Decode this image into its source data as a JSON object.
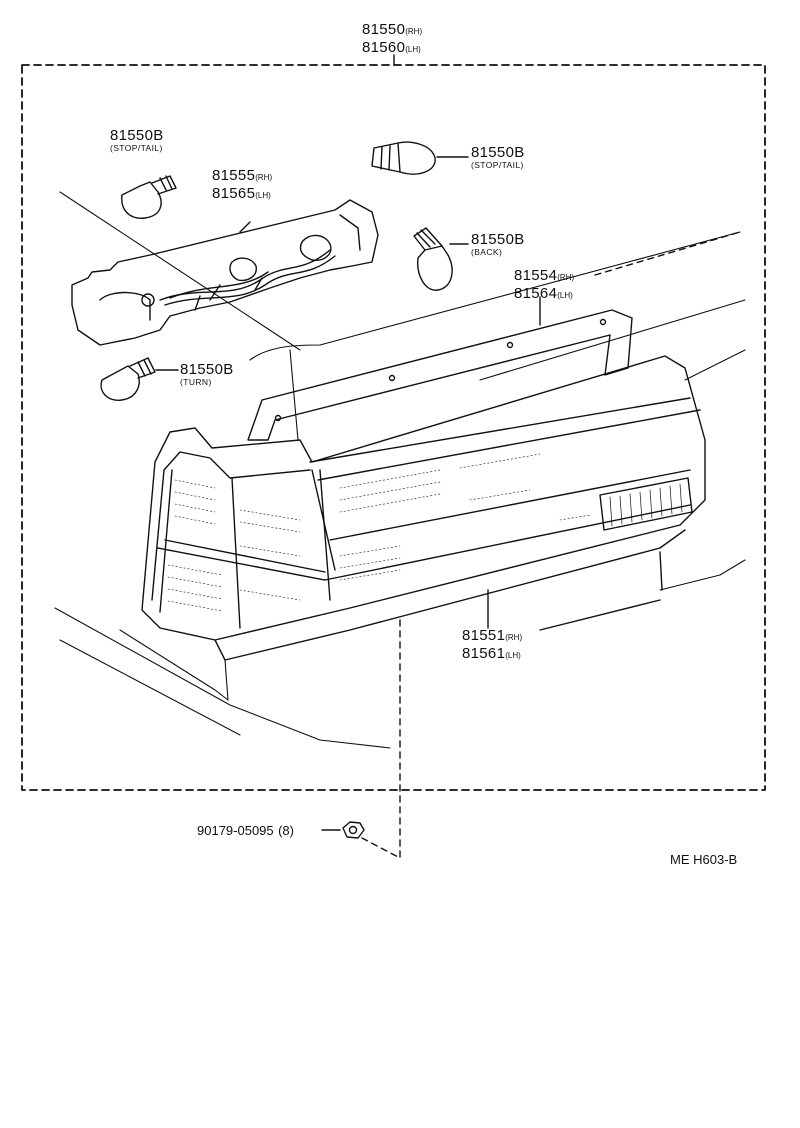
{
  "labels": {
    "assembly": {
      "rh_no": "81550",
      "rh_sfx": "(RH)",
      "lh_no": "81560",
      "lh_sfx": "(LH)"
    },
    "bulb_stop_tail_left": {
      "no": "81550B",
      "note": "(STOP/TAIL)"
    },
    "bulb_stop_tail_right": {
      "no": "81550B",
      "note": "(STOP/TAIL)"
    },
    "socket": {
      "rh_no": "81555",
      "rh_sfx": "(RH)",
      "lh_no": "81565",
      "lh_sfx": "(LH)"
    },
    "bulb_back": {
      "no": "81550B",
      "note": "(BACK)"
    },
    "gasket": {
      "rh_no": "81554",
      "rh_sfx": "(RH)",
      "lh_no": "81564",
      "lh_sfx": "(LH)"
    },
    "bulb_turn": {
      "no": "81550B",
      "note": "(TURN)"
    },
    "lens": {
      "rh_no": "81551",
      "rh_sfx": "(RH)",
      "lh_no": "81561",
      "lh_sfx": "(LH)"
    },
    "nut": {
      "no": "90179-05095",
      "qty": "(8)"
    },
    "figure_code": "ME H603-B"
  }
}
